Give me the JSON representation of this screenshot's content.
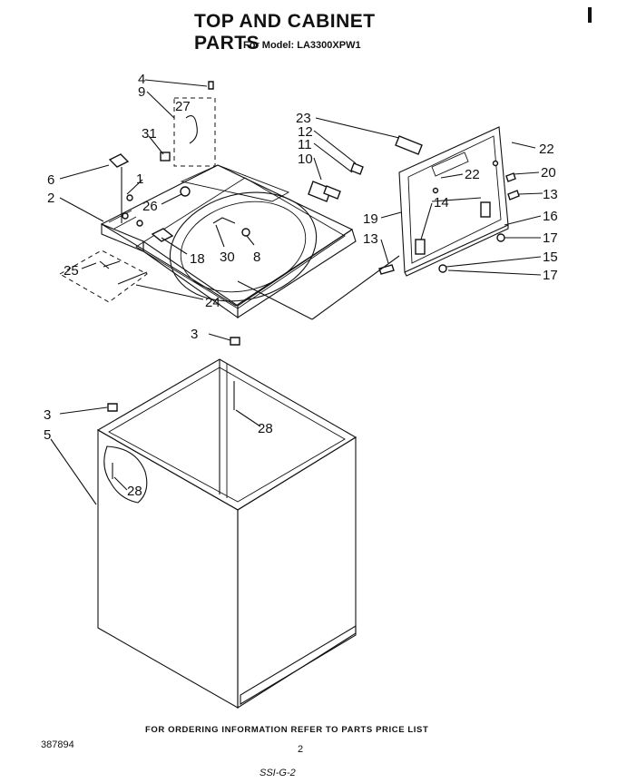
{
  "title": "TOP AND CABINET PARTS",
  "model_line": "For Model: LA3300XPW1",
  "footer_note": "FOR ORDERING INFORMATION REFER TO PARTS PRICE LIST",
  "doc_code": "387894",
  "page_number": "2",
  "handwritten_mark": "SSI-G-2",
  "callouts": [
    {
      "id": "c4a",
      "text": "4"
    },
    {
      "id": "c9",
      "text": "9"
    },
    {
      "id": "c27",
      "text": "27"
    },
    {
      "id": "c31",
      "text": "31"
    },
    {
      "id": "c6",
      "text": "6"
    },
    {
      "id": "c1",
      "text": "1"
    },
    {
      "id": "c2",
      "text": "2"
    },
    {
      "id": "c26",
      "text": "26"
    },
    {
      "id": "c25",
      "text": "25"
    },
    {
      "id": "c24",
      "text": "24"
    },
    {
      "id": "c18",
      "text": "18"
    },
    {
      "id": "c30",
      "text": "30"
    },
    {
      "id": "c8",
      "text": "8"
    },
    {
      "id": "c23",
      "text": "23"
    },
    {
      "id": "c12",
      "text": "12"
    },
    {
      "id": "c11",
      "text": "11"
    },
    {
      "id": "c10",
      "text": "10"
    },
    {
      "id": "c22a",
      "text": "22"
    },
    {
      "id": "c22b",
      "text": "22"
    },
    {
      "id": "c20",
      "text": "20"
    },
    {
      "id": "c13a",
      "text": "13"
    },
    {
      "id": "c14",
      "text": "14"
    },
    {
      "id": "c19",
      "text": "19"
    },
    {
      "id": "c16",
      "text": "16"
    },
    {
      "id": "c13b",
      "text": "13"
    },
    {
      "id": "c17a",
      "text": "17"
    },
    {
      "id": "c15",
      "text": "15"
    },
    {
      "id": "c17b",
      "text": "17"
    },
    {
      "id": "c3a",
      "text": "3"
    },
    {
      "id": "c28a",
      "text": "28"
    },
    {
      "id": "c3b",
      "text": "3"
    },
    {
      "id": "c5",
      "text": "5"
    },
    {
      "id": "c28b",
      "text": "28"
    }
  ]
}
